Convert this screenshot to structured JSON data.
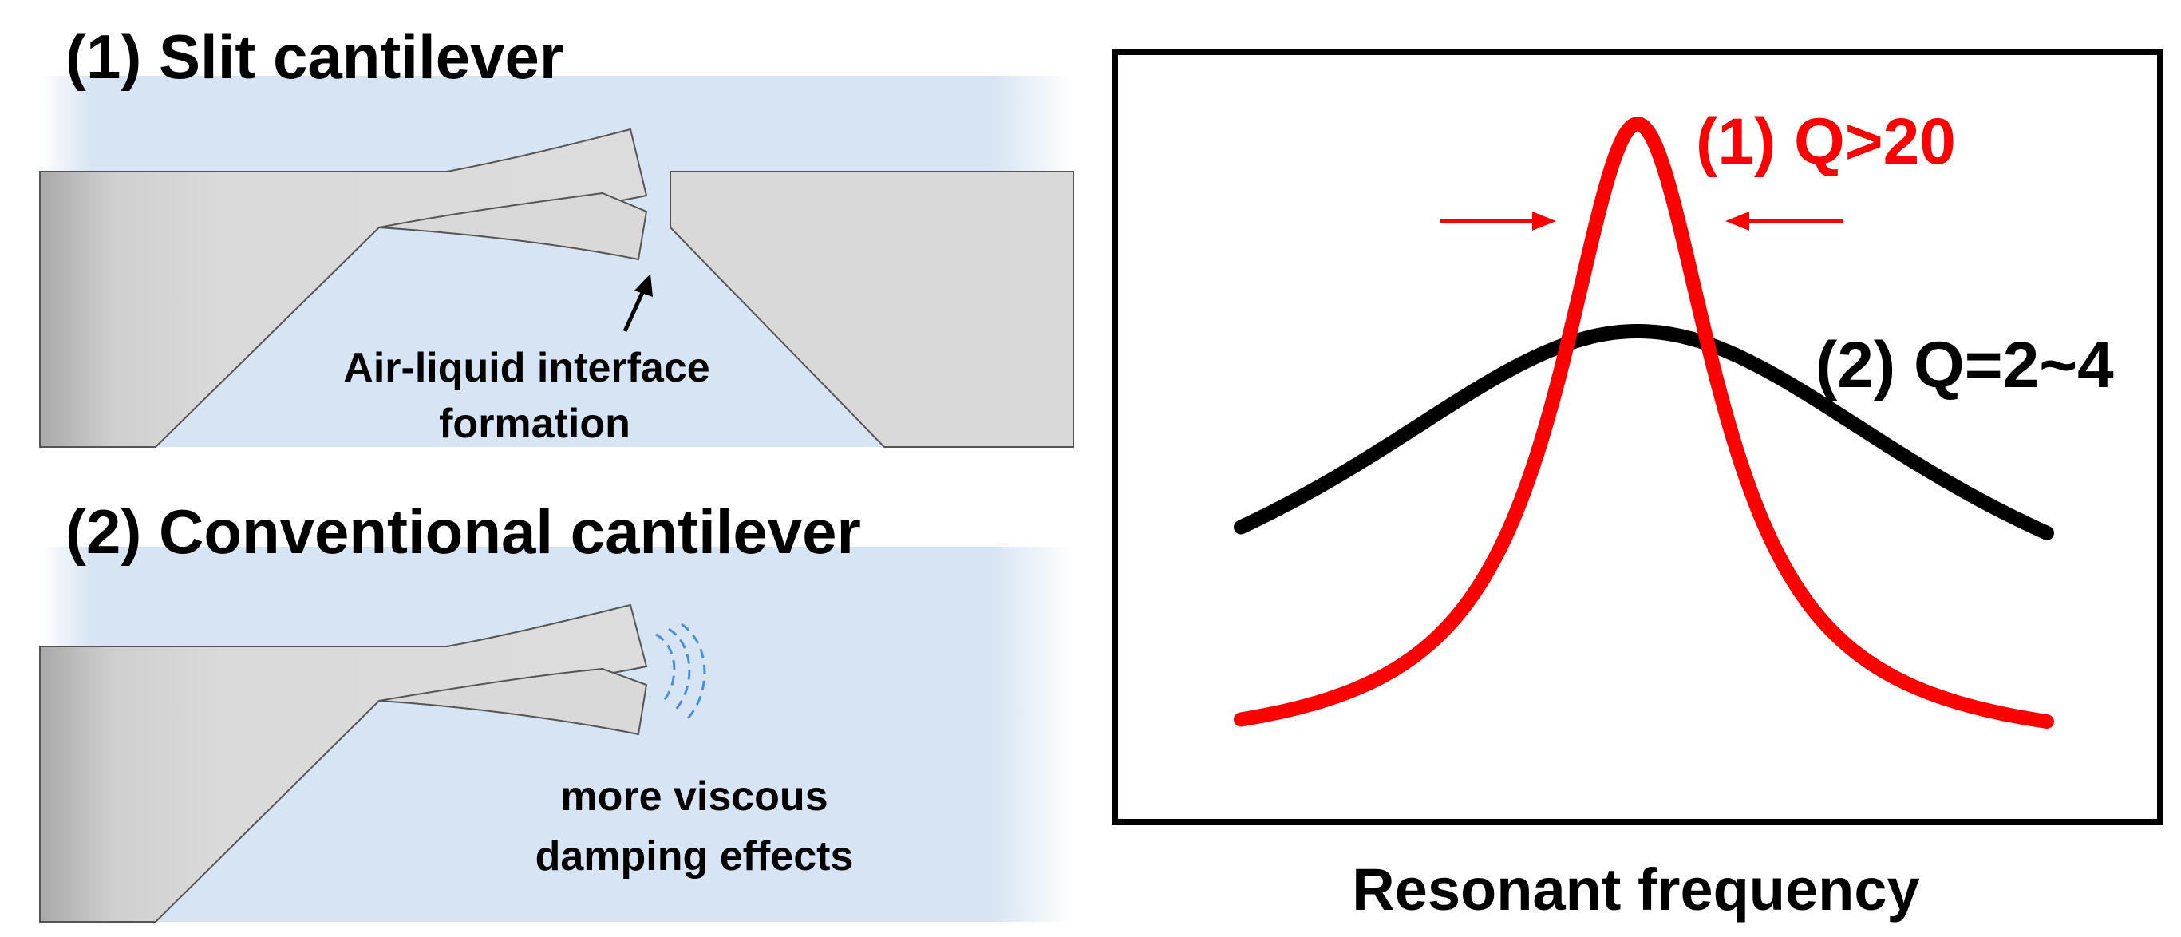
{
  "panel1": {
    "title": "(1) Slit cantilever",
    "annotation_line1": "Air-liquid interface",
    "annotation_line2": "formation"
  },
  "panel2": {
    "title": "(2) Conventional cantilever",
    "annotation_line1": "more viscous",
    "annotation_line2": "damping effects"
  },
  "graph": {
    "xlabel": "Resonant frequency",
    "curve1_label": "(1) Q>20",
    "curve2_label": "(2) Q=2~4"
  },
  "colors": {
    "liquid": "#d7e4f3",
    "substrate": "#d9d9d9",
    "substrate_dark": "#b8b8b8",
    "curve1": "#ff0000",
    "curve2": "#000000",
    "ripple": "#4a90d9"
  }
}
